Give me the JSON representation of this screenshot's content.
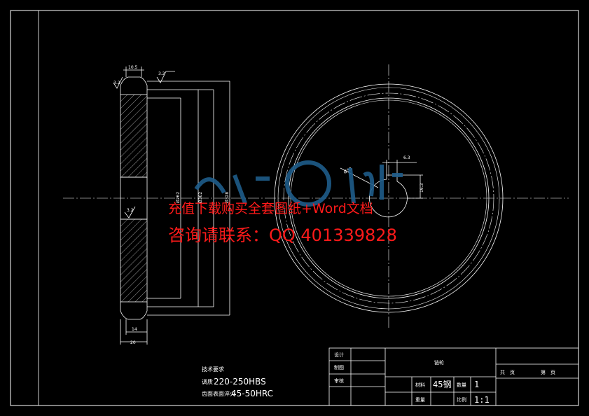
{
  "colors": {
    "background": "#000000",
    "lines": "#ffffff",
    "watermark_text": "#ff1a1a",
    "watermark_logo": "#1e5c8a"
  },
  "dims": {
    "groove_width": "10.5",
    "rough_top": "3.2",
    "rough_left": "3.2",
    "rough_bore": "3.2",
    "dia_inner": "Ø262",
    "dia_mid": "Ø302",
    "dia_outer": "Ø328",
    "bottom_inner": "14",
    "bottom_outer": "20",
    "bore_dia": "Ø30",
    "key_width": "6.3",
    "key_depth": "16.3"
  },
  "tech_req": {
    "title": "技术要求",
    "line1_prefix": "调质",
    "line1_value": "220-250HBS",
    "line2_prefix": "齿面表面淬火",
    "line2_value": "45-50HRC"
  },
  "title_block": {
    "part_name": "链轮",
    "material_label": "材料",
    "material_value": "45钢",
    "quantity_label": "数量",
    "quantity_value": "1",
    "weight_label": "重量",
    "scale_label": "比例",
    "scale_value": "1:1",
    "design_label": "设计",
    "drawing_label": "制图",
    "check_label": "审核",
    "sheets_total": "共　页",
    "sheet_no": "第　页"
  },
  "watermark": {
    "line1": "充值下载购买全套图纸+Word文档",
    "line2": "咨询请联系：QQ 401339828"
  }
}
